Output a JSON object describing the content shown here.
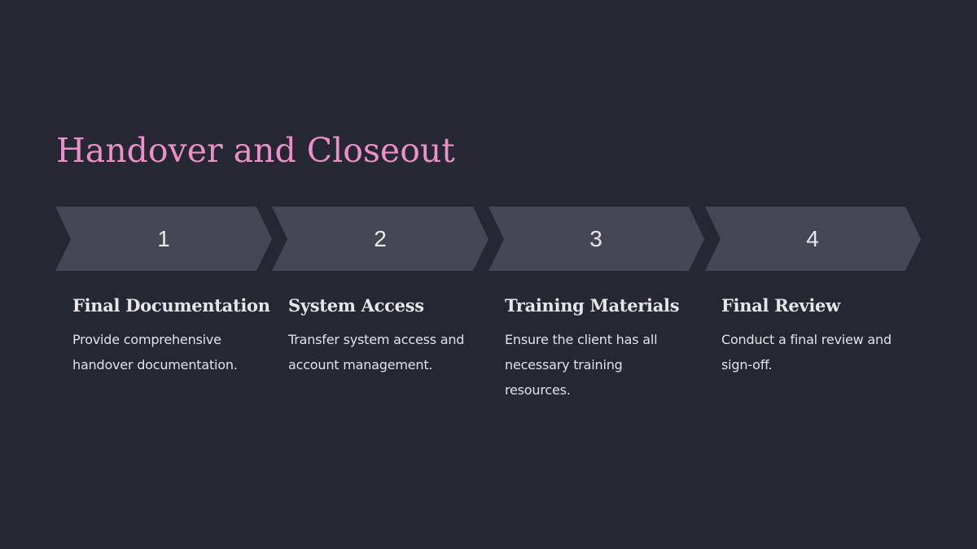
{
  "slide": {
    "title": "Handover and Closeout",
    "colors": {
      "background": "#252733",
      "title": "#ec8fc8",
      "chevron_fill": "#454754",
      "text": "#e6e6ea"
    },
    "steps": [
      {
        "number": "1",
        "title": "Final Documentation",
        "description": "Provide comprehensive handover documentation."
      },
      {
        "number": "2",
        "title": "System Access",
        "description": "Transfer system access and account management."
      },
      {
        "number": "3",
        "title": "Training Materials",
        "description": "Ensure the client has all necessary training resources."
      },
      {
        "number": "4",
        "title": "Final Review",
        "description": "Conduct a final review and sign-off."
      }
    ]
  }
}
